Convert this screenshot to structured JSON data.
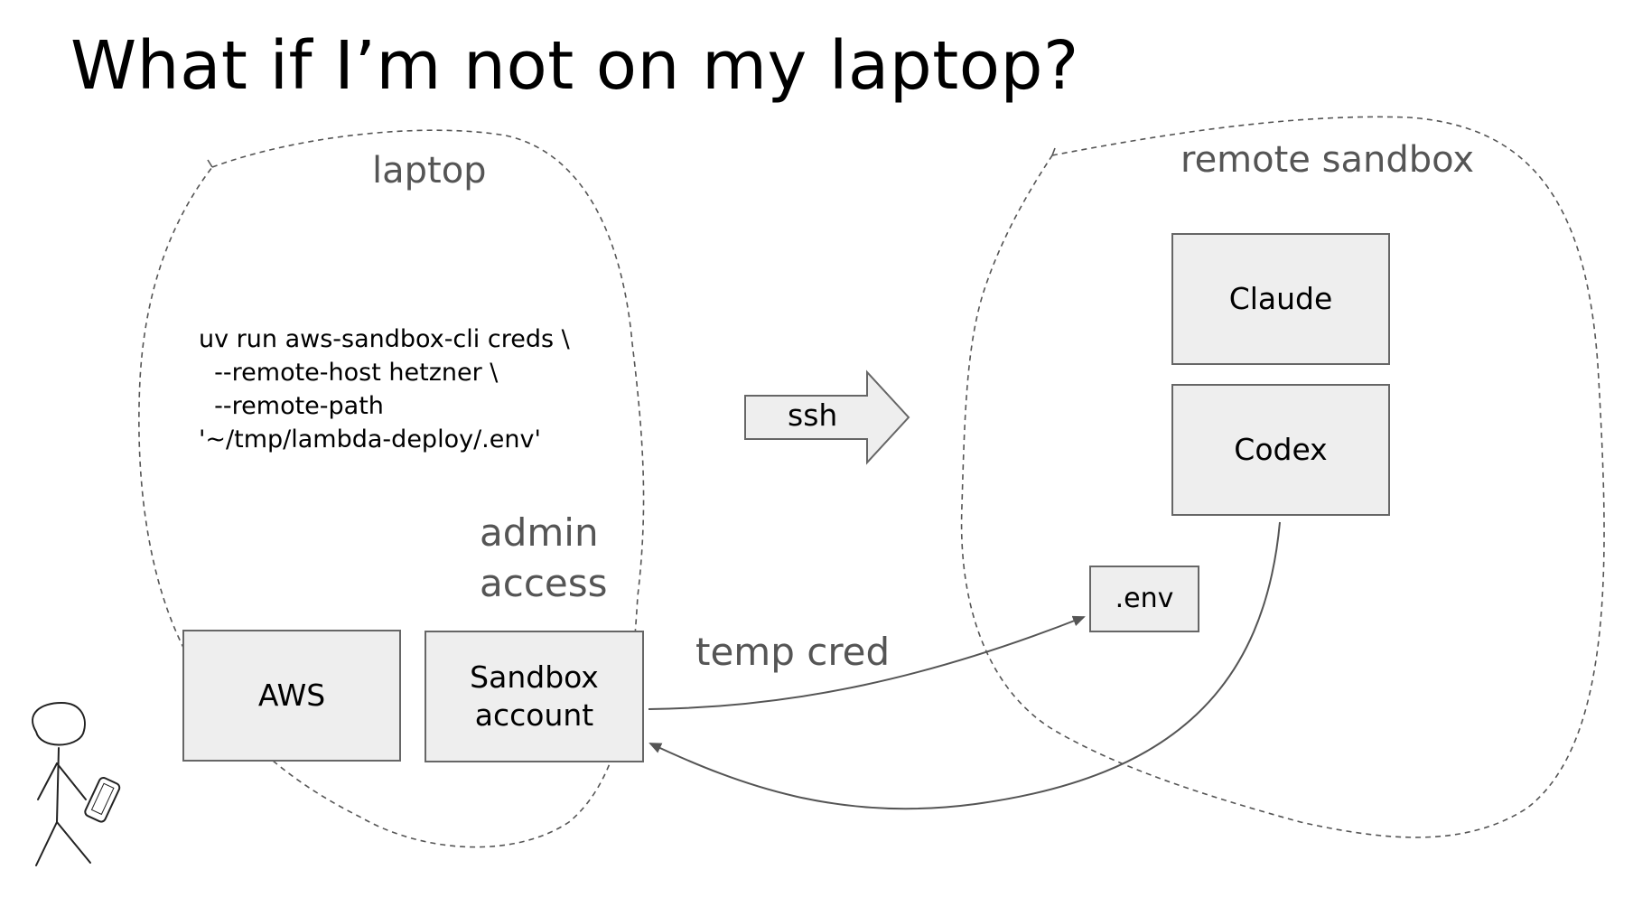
{
  "title": "What if I’m not on my laptop?",
  "regions": {
    "laptop_label": "laptop",
    "remote_label": "remote sandbox"
  },
  "command": "uv run aws-sandbox-cli creds \\\n  --remote-host hetzner \\\n  --remote-path\n'~/tmp/lambda-deploy/.env'",
  "annotations": {
    "admin_access": "admin\naccess",
    "temp_cred": "temp cred"
  },
  "arrow": {
    "ssh_label": "ssh"
  },
  "boxes": {
    "aws": "AWS",
    "sandbox_account": "Sandbox\naccount",
    "claude": "Claude",
    "codex": "Codex",
    "env": ".env"
  },
  "colors": {
    "box_fill": "#eeeeee",
    "box_stroke": "#666666",
    "dash_stroke": "#555555",
    "label_gray": "#555555"
  },
  "icons": {
    "person": "stick-figure-with-phone-icon"
  }
}
